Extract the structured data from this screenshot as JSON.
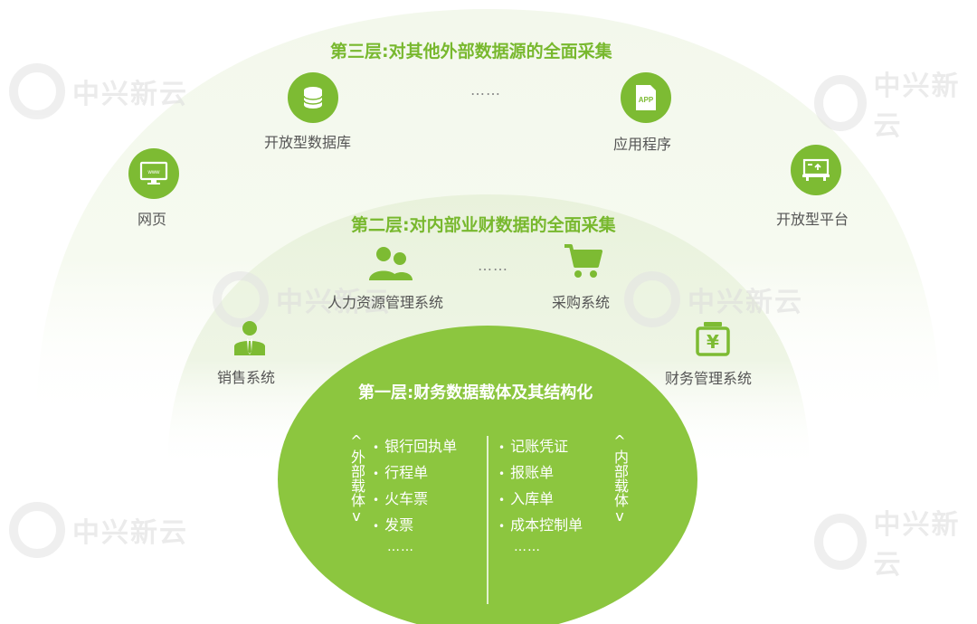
{
  "watermark": "中兴新云",
  "layer3": {
    "title": "第三层:对其他外部数据源的全面采集",
    "ellipsis": "……",
    "items": [
      {
        "label": "开放型数据库",
        "icon": "database-icon"
      },
      {
        "label": "应用程序",
        "icon": "app-icon",
        "icon_text": "APP"
      },
      {
        "label": "网页",
        "icon": "web-page-icon",
        "icon_text": "www"
      },
      {
        "label": "开放型平台",
        "icon": "platform-icon"
      }
    ]
  },
  "layer2": {
    "title": "第二层:对内部业财数据的全面采集",
    "ellipsis": "……",
    "items": [
      {
        "label": "人力资源管理系统",
        "icon": "users-icon"
      },
      {
        "label": "采购系统",
        "icon": "shopping-cart-icon"
      },
      {
        "label": "销售系统",
        "icon": "salesperson-icon"
      },
      {
        "label": "财务管理系统",
        "icon": "yen-cashbox-icon",
        "icon_text": "¥"
      }
    ]
  },
  "layer1": {
    "title": "第一层:财务数据载体及其结构化",
    "external": {
      "label": "外部载体",
      "items": [
        "银行回执单",
        "行程单",
        "火车票",
        "发票"
      ],
      "ellipsis": "……"
    },
    "internal": {
      "label": "内部载体",
      "items": [
        "记账凭证",
        "报账单",
        "入库单",
        "成本控制单"
      ],
      "ellipsis": "……"
    }
  },
  "colors": {
    "primary_green": "#7dbb33",
    "title_green": "#78b82e",
    "outer_arc": "#eef6e4",
    "middle_arc": "#e6f1d8",
    "inner_oval": "#8cc63f"
  }
}
